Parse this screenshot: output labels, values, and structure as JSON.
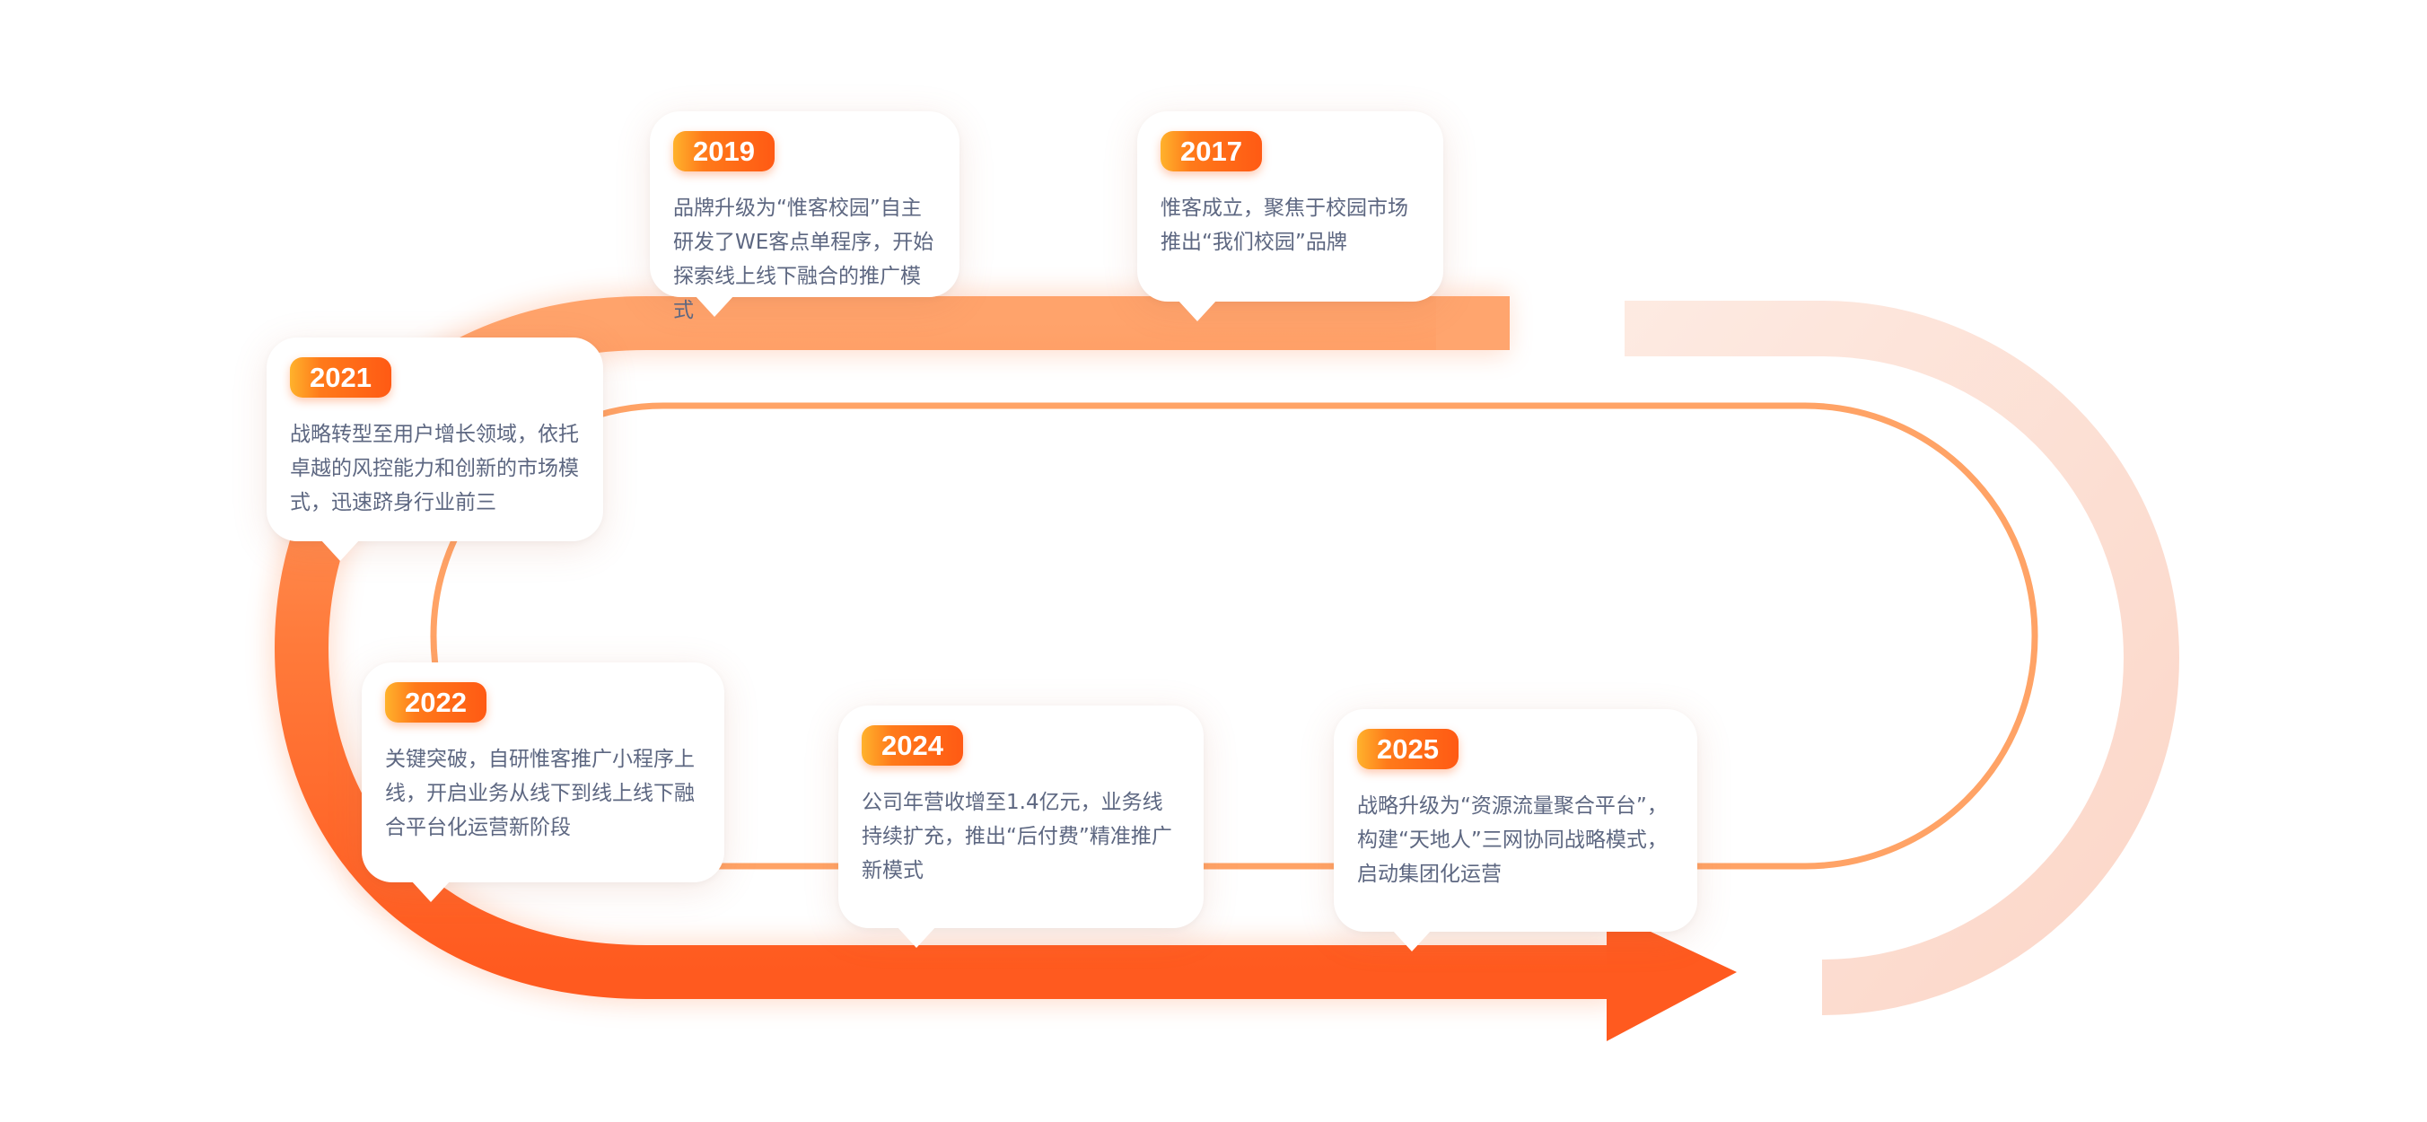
{
  "colors": {
    "accent": "#ff5a1f",
    "accent_light": "#ffa36b",
    "text": "#5d6781",
    "faded": "#fcd9cc"
  },
  "milestones": [
    {
      "year": "2017",
      "text": "惟客成立，聚焦于校园市场推出“我们校园”品牌"
    },
    {
      "year": "2019",
      "text": "品牌升级为“惟客校园”自主研发了WE客点单程序，开始探索线上线下融合的推广模式"
    },
    {
      "year": "2021",
      "text": "战略转型至用户增长领域，依托卓越的风控能力和创新的市场模式，迅速跻身行业前三"
    },
    {
      "year": "2022",
      "text": "关键突破，自研惟客推广小程序上线，开启业务从线下到线上线下融合平台化运营新阶段"
    },
    {
      "year": "2024",
      "text": "公司年营收增至1.4亿元，业务线持续扩充，推出“后付费”精准推广新模式"
    },
    {
      "year": "2025",
      "text": "战略升级为“资源流量聚合平台”，构建“天地人”三网协同战略模式，启动集团化运营"
    }
  ]
}
